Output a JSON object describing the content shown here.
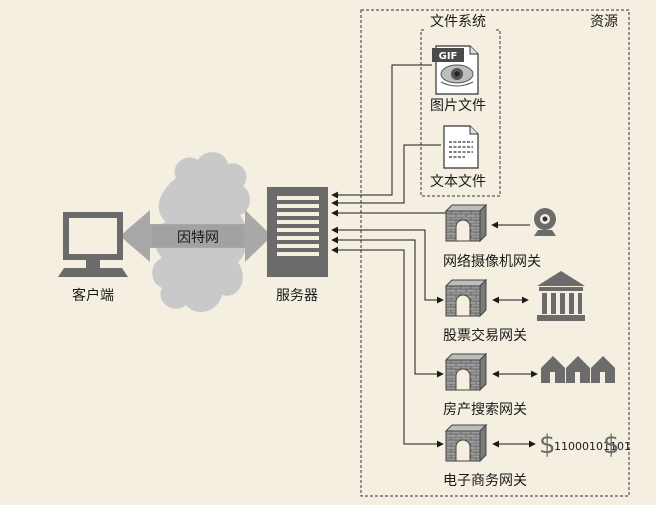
{
  "resources": {
    "title": "资源",
    "filesystem": {
      "title": "文件系统",
      "image_file": "图片文件",
      "image_badge": "GIF",
      "text_file": "文本文件"
    }
  },
  "client": {
    "label": "客户端"
  },
  "internet": {
    "label": "因特网"
  },
  "server": {
    "label": "服务器"
  },
  "gateways": [
    {
      "label": "网络摄像机网关"
    },
    {
      "label": "股票交易网关"
    },
    {
      "label": "房产搜索网关"
    },
    {
      "label": "电子商务网关",
      "data_stream": "11000101101"
    }
  ],
  "colors": {
    "background": "#f4efe0",
    "icon_gray": "#6b6b6b",
    "cloud_gray": "#c9c9c9",
    "brick": "#8a8a8a",
    "line": "#1a1a1a"
  }
}
